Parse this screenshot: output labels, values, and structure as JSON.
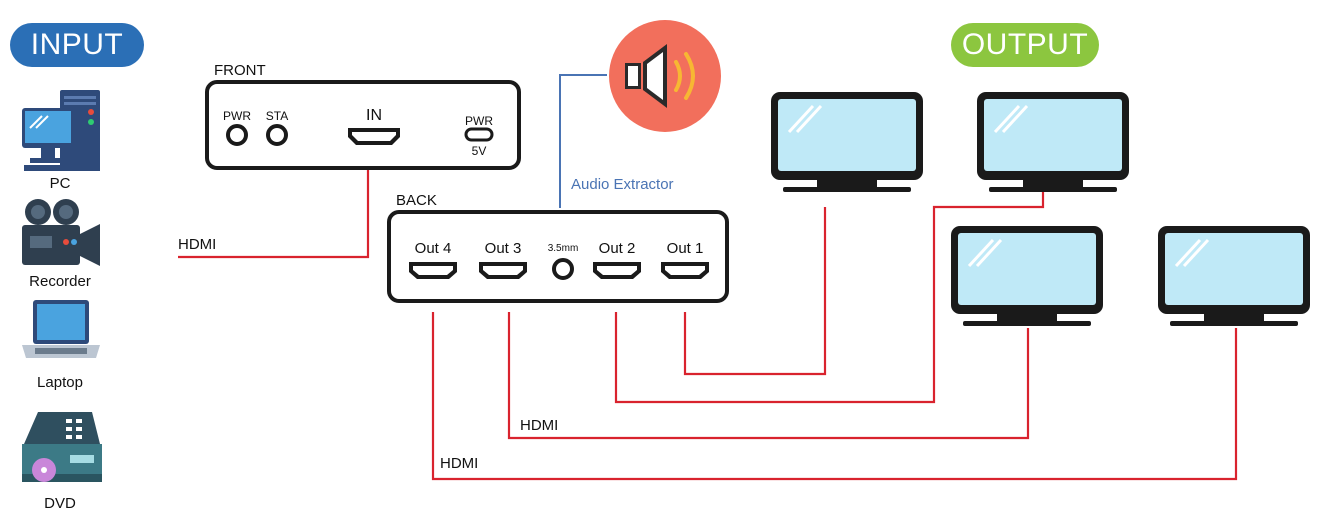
{
  "input_label": "INPUT",
  "output_label": "OUTPUT",
  "sources": [
    {
      "label": "PC",
      "icon": "pc-icon"
    },
    {
      "label": "Recorder",
      "icon": "camera-recorder-icon"
    },
    {
      "label": "Laptop",
      "icon": "laptop-icon"
    },
    {
      "label": "DVD",
      "icon": "dvd-player-icon"
    }
  ],
  "front_panel": {
    "title": "FRONT",
    "pwr_led": "PWR",
    "sta_led": "STA",
    "in_port": "IN",
    "power_port": "PWR",
    "power_voltage": "5V"
  },
  "back_panel": {
    "title": "BACK",
    "ports": [
      "Out 4",
      "Out 3",
      "3.5mm",
      "Out 2",
      "Out 1"
    ]
  },
  "audio": {
    "label": "Audio Extractor",
    "icon": "speaker-icon"
  },
  "cable_labels": {
    "input": "HDMI",
    "out3": "HDMI",
    "out4": "HDMI"
  },
  "colors": {
    "input_pill": "#2b6fb6",
    "output_pill": "#8cc63f",
    "hdmi_line": "#d9232e",
    "audio_line": "#4a74b4",
    "speaker_bg": "#f26f5c",
    "screen": "#bfe9f7",
    "device_outline": "#1a1a1a"
  }
}
